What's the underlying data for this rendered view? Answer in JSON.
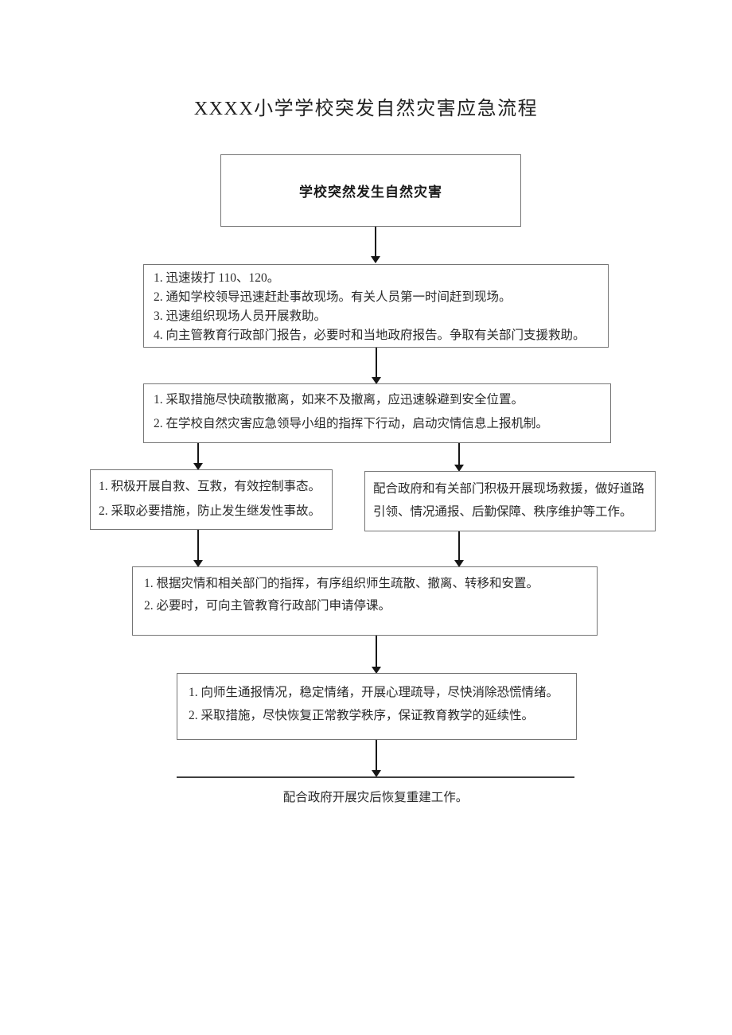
{
  "title": "XXXX小学学校突发自然灾害应急流程",
  "flow": {
    "start": {
      "label": "学校突然发生自然灾害"
    },
    "immediate_response": {
      "lines": [
        "1. 迅速拨打 110、120。",
        "2. 通知学校领导迅速赶赴事故现场。有关人员第一时间赶到现场。",
        "3. 迅速组织现场人员开展救助。",
        "4. 向主管教育行政部门报告，必要时和当地政府报告。争取有关部门支援救助。"
      ]
    },
    "evacuation": {
      "lines": [
        "1. 采取措施尽快疏散撤离，如来不及撤离，应迅速躲避到安全位置。",
        "2. 在学校自然灾害应急领导小组的指挥下行动，启动灾情信息上报机制。"
      ]
    },
    "self_rescue": {
      "lines": [
        "1. 积极开展自救、互救，有效控制事态。",
        "2. 采取必要措施，防止发生继发性事故。"
      ]
    },
    "assist_government": {
      "text": "配合政府和有关部门积极开展现场救援，做好道路引领、情况通报、后勤保障、秩序维护等工作。"
    },
    "organize_relocation": {
      "lines": [
        "1. 根据灾情和相关部门的指挥，有序组织师生疏散、撤离、转移和安置。",
        "2. 必要时，可向主管教育行政部门申请停课。"
      ]
    },
    "stabilize": {
      "lines": [
        "1. 向师生通报情况，稳定情绪，开展心理疏导，尽快消除恐慌情绪。",
        "2. 采取措施，尽快恢复正常教学秩序，保证教育教学的延续性。"
      ]
    },
    "recovery": {
      "text": "配合政府开展灾后恢复重建工作。"
    }
  }
}
